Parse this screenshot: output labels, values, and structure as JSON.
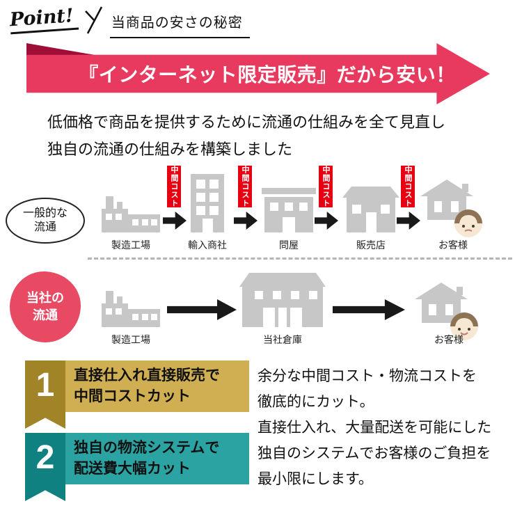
{
  "header": {
    "point_label": "Point!",
    "title": "当商品の安さの秘密"
  },
  "hero_banner": {
    "text": "『インターネット限定販売』だから安い！"
  },
  "intro": {
    "line1": "低価格で商品を提供するために流通の仕組みを全て見直し",
    "line2": "独自の流通の仕組みを構築しました"
  },
  "general_flow": {
    "label_line1": "一般的な",
    "label_line2": "流通",
    "cost_badge": "中間コスト",
    "steps": [
      "製造工場",
      "輸入商社",
      "問屋",
      "販売店",
      "お客様"
    ]
  },
  "company_flow": {
    "label_line1": "当社の",
    "label_line2": "流通",
    "steps": [
      "製造工場",
      "当社倉庫",
      "お客様"
    ]
  },
  "points": [
    {
      "number": "1",
      "line1": "直接仕入れ直接販売で",
      "line2": "中間コストカット"
    },
    {
      "number": "2",
      "line1": "独自の物流システムで",
      "line2": "配送費大幅カット"
    }
  ],
  "description": {
    "line1": "余分な中間コスト・物流コストを",
    "line2": "徹底的にカット。",
    "line3": "直接仕入れ、大量配送を可能にした",
    "line4": "独自のシステムでお客様のご負担を",
    "line5": "最小限にします。"
  },
  "colors": {
    "hero_pink": "#e8395e",
    "hero_fold": "#9e0e37",
    "cost_red": "#e60012",
    "icon_gray": "#c7c7c7",
    "gold": "#cfaf52",
    "gold_dark": "#a18427",
    "teal": "#2ba3a3",
    "teal_dark": "#0e8180"
  }
}
